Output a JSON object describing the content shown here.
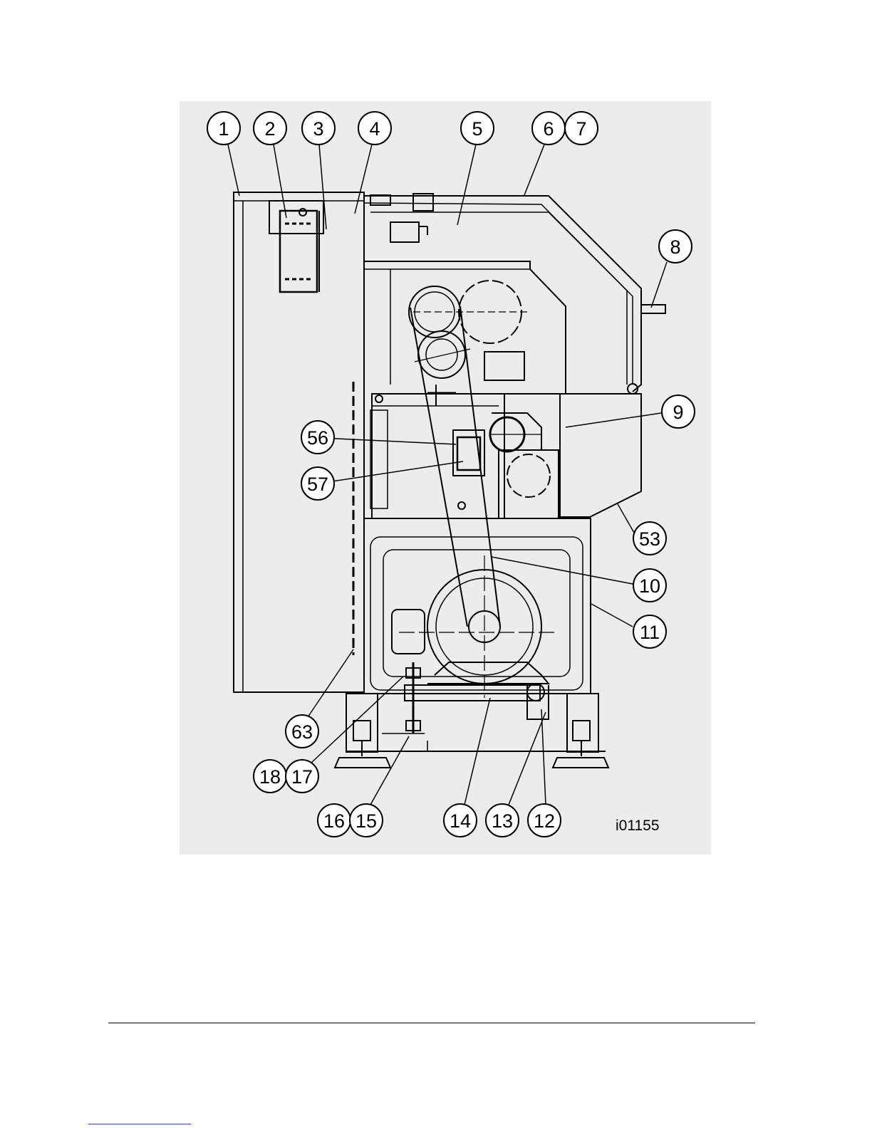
{
  "figure": {
    "id_label": "i01155",
    "callouts": [
      {
        "n": "1"
      },
      {
        "n": "2"
      },
      {
        "n": "3"
      },
      {
        "n": "4"
      },
      {
        "n": "5"
      },
      {
        "n": "6"
      },
      {
        "n": "7"
      },
      {
        "n": "8"
      },
      {
        "n": "9"
      },
      {
        "n": "53"
      },
      {
        "n": "56"
      },
      {
        "n": "57"
      },
      {
        "n": "10"
      },
      {
        "n": "11"
      },
      {
        "n": "63"
      },
      {
        "n": "18"
      },
      {
        "n": "17"
      },
      {
        "n": "16"
      },
      {
        "n": "15"
      },
      {
        "n": "14"
      },
      {
        "n": "13"
      },
      {
        "n": "12"
      }
    ]
  },
  "colors": {
    "line": "#000000",
    "panel": "#ececec",
    "link": "#2a3fd0"
  }
}
